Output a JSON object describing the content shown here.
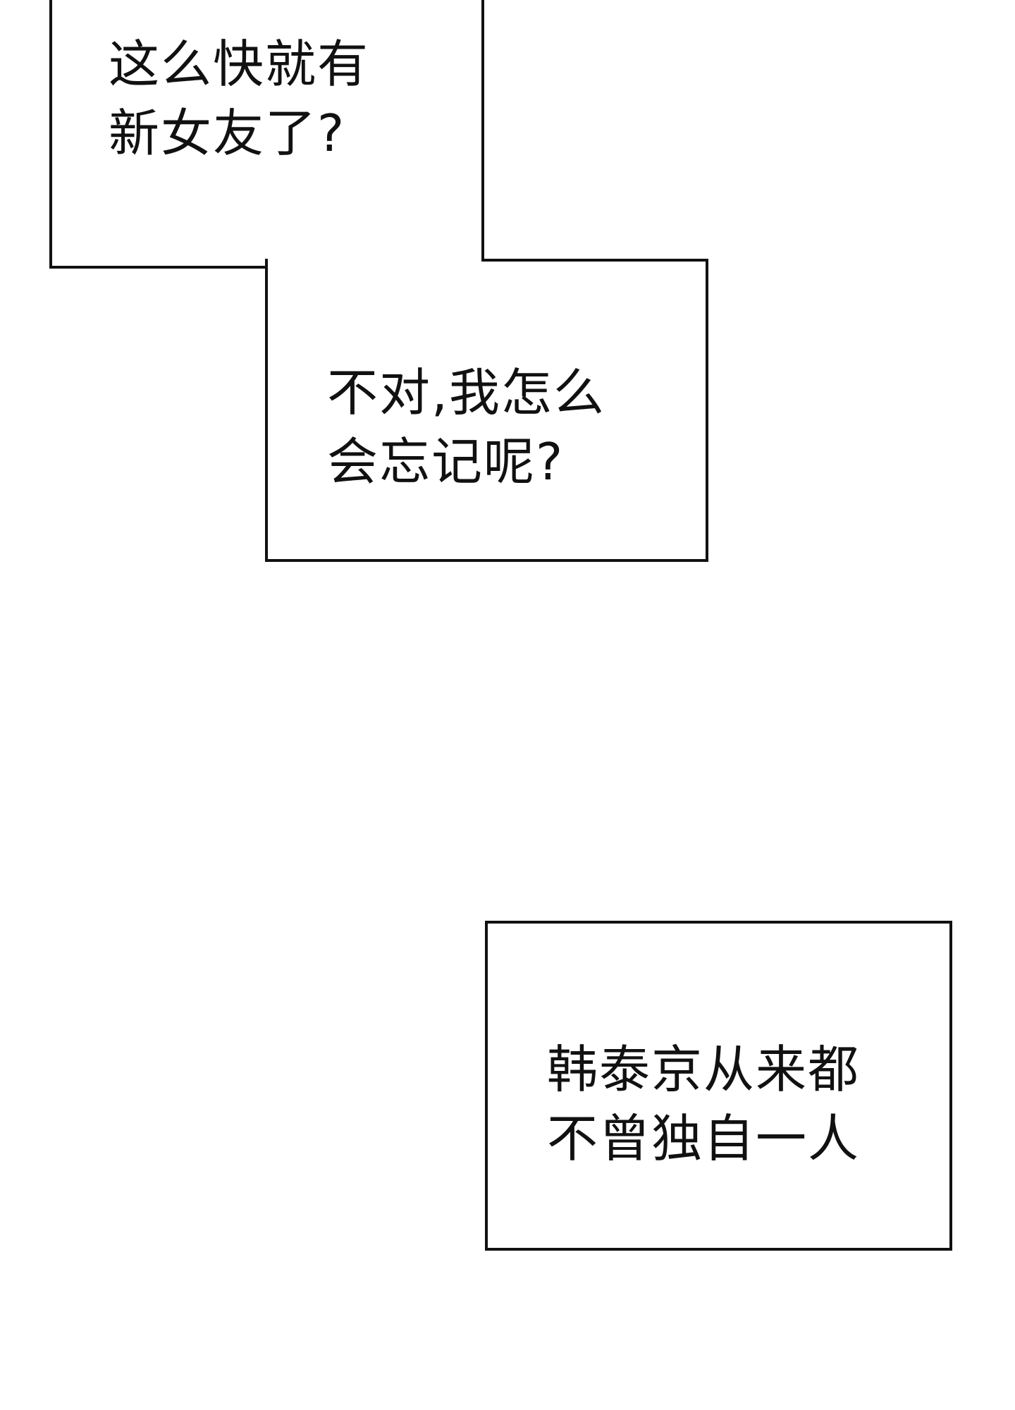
{
  "bubble1": {
    "line1": "这么快就有",
    "line2": "新女友了?"
  },
  "bubble2": {
    "line1": "不对,我怎么",
    "line2": "会忘记呢?"
  },
  "caption": {
    "line1": "韩泰京从来都",
    "line2": "不曾独自一人"
  },
  "colors": {
    "background": "#ffffff",
    "border": "#111111",
    "text": "#111111"
  }
}
